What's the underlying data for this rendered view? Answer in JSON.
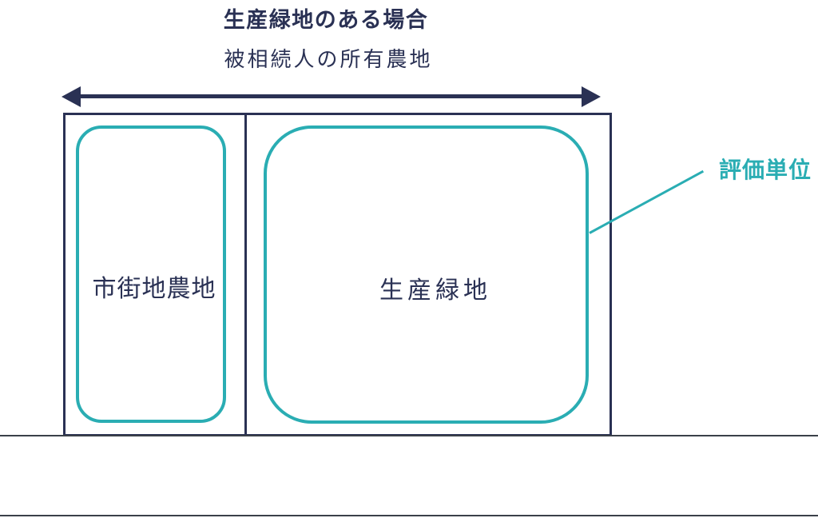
{
  "header": {
    "title": "生産緑地のある場合",
    "subtitle": "被相続人の所有農地"
  },
  "diagram": {
    "parcels": [
      {
        "label": "市街地農地"
      },
      {
        "label": "生産緑地"
      }
    ],
    "annotation": {
      "label": "評価単位"
    }
  },
  "colors": {
    "navy": "#2a3154",
    "teal": "#2aadb3",
    "line": "#3a4049"
  }
}
